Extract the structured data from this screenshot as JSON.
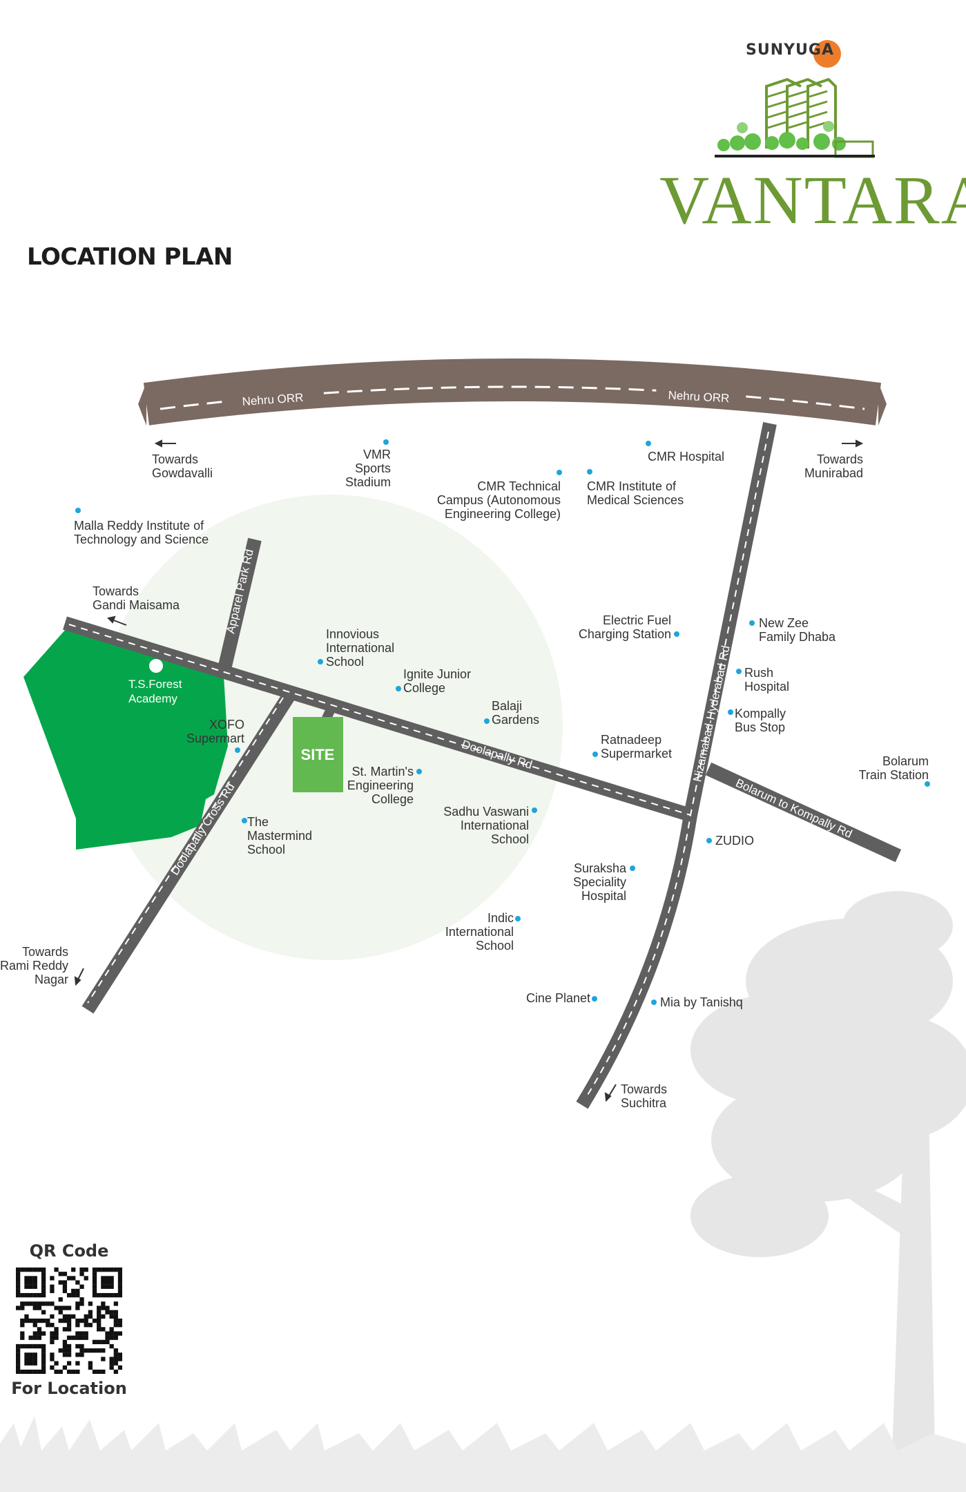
{
  "brand": {
    "developer": "SUNYUGA",
    "project": "VANTARA"
  },
  "page_title": "LOCATION PLAN",
  "colors": {
    "road": "#5f5f5f",
    "orr": "#7b6a62",
    "forest": "#05a64b",
    "site": "#62b94f",
    "poi_dot": "#1ea5dc",
    "radius_circle": "#f1f6ee"
  },
  "roads": {
    "orr_left": "Nehru ORR",
    "orr_right": "Nehru ORR",
    "apparel": "Apparel Park Rd",
    "doolapally": "Doolapally Rd",
    "nizamabad": "Nizamabad-Hyderabad Rd",
    "bolarum": "Bolarum to Kompally Rd",
    "cross": "Doolapally Cross Rd"
  },
  "directions": {
    "gowdavalli": [
      "Towards",
      "Gowdavalli"
    ],
    "munirabad": [
      "Towards",
      "Munirabad"
    ],
    "gandi": [
      "Towards",
      "Gandi Maisama"
    ],
    "rami": [
      "Towards",
      "Rami Reddy",
      "Nagar"
    ],
    "suchitra": [
      "Towards",
      "Suchitra"
    ]
  },
  "site": {
    "label": "SITE"
  },
  "forest": {
    "label": [
      "T.S.Forest",
      "Academy"
    ]
  },
  "pois": {
    "vmr": [
      "VMR",
      "Sports",
      "Stadium"
    ],
    "cmr_tech": [
      "CMR Technical",
      "Campus (Autonomous",
      "Engineering College)"
    ],
    "cmr_med": [
      "CMR Institute of",
      "Medical Sciences"
    ],
    "cmr_hosp": [
      "CMR Hospital"
    ],
    "malla": [
      "Malla Reddy Institute of",
      "Technology and Science"
    ],
    "innovious": [
      "Innovious",
      "International",
      "School"
    ],
    "ignite": [
      "Ignite Junior",
      "College"
    ],
    "balaji": [
      "Balaji",
      "Gardens"
    ],
    "xofo": [
      "XOFO",
      "Supermart"
    ],
    "stmartins": [
      "St. Martin's",
      "Engineering",
      "College"
    ],
    "mastermind": [
      "The",
      "Mastermind",
      "School"
    ],
    "sadhu": [
      "Sadhu Vaswani",
      "International",
      "School"
    ],
    "electric": [
      "Electric Fuel",
      "Charging Station"
    ],
    "newzee": [
      "New Zee",
      "Family Dhaba"
    ],
    "rush": [
      "Rush",
      "Hospital"
    ],
    "kompally": [
      "Kompally",
      "Bus Stop"
    ],
    "ratnadeep": [
      "Ratnadeep",
      "Supermarket"
    ],
    "bolarum_stn": [
      "Bolarum",
      "Train Station"
    ],
    "zudio": [
      "ZUDIO"
    ],
    "suraksha": [
      "Suraksha",
      "Speciality",
      "Hospital"
    ],
    "indic": [
      "Indic",
      "International",
      "School"
    ],
    "cine": [
      "Cine Planet"
    ],
    "mia": [
      "Mia by Tanishq"
    ]
  },
  "qr": {
    "title": "QR Code",
    "subtitle": "For Location"
  }
}
